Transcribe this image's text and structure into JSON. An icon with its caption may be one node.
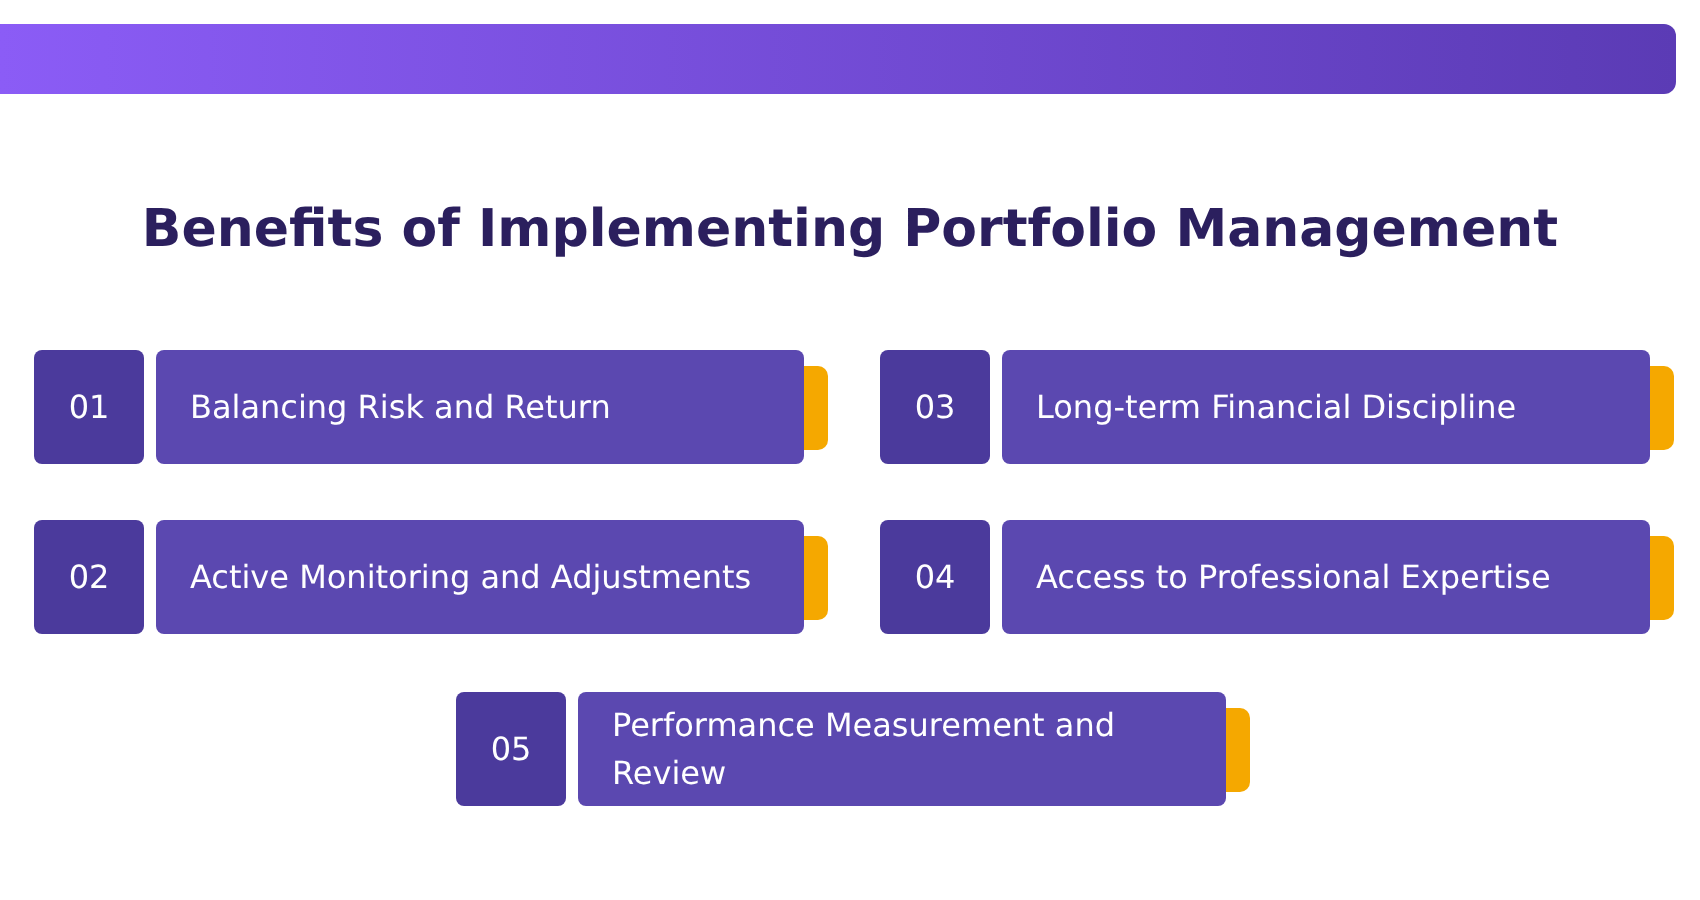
{
  "diagram": {
    "title": "Benefits of Implementing Portfolio Management",
    "nodes": [
      {
        "text": [
          "01"
        ]
      },
      {
        "text": [
          "Balancing Risk and Return"
        ]
      },
      {
        "text": [
          "03"
        ]
      },
      {
        "text": [
          "Long-term Financial Discipline"
        ]
      },
      {
        "text": [
          "02"
        ]
      },
      {
        "text": [
          "Active Monitoring and Adjustments"
        ]
      },
      {
        "text": [
          "04"
        ]
      },
      {
        "text": [
          "Access to Professional Expertise"
        ]
      },
      {
        "text": [
          "05"
        ]
      },
      {
        "text": [
          "Performance Measurement and Review"
        ]
      }
    ]
  }
}
